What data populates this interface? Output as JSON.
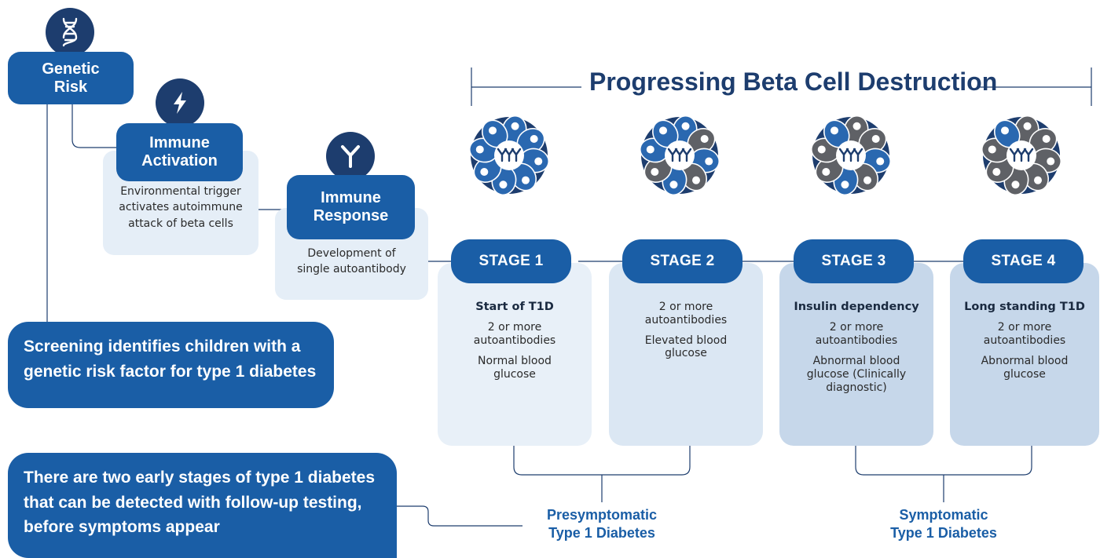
{
  "header": {
    "title": "Progressing Beta Cell Destruction"
  },
  "steps": [
    {
      "label_line1": "Genetic",
      "label_line2": "Risk",
      "icon": "dna-icon"
    },
    {
      "label_line1": "Immune",
      "label_line2": "Activation",
      "icon": "lightning-icon",
      "desc": [
        "Environmental trigger",
        "activates autoimmune",
        "attack of beta cells"
      ]
    },
    {
      "label_line1": "Immune",
      "label_line2": "Response",
      "icon": "antibody-icon",
      "desc": [
        "Development of",
        "single autoantibody"
      ]
    }
  ],
  "stages": [
    {
      "label": "STAGE 1",
      "subtitle": "Start of T1D",
      "lines": [
        "2 or more\nautoantibodies",
        "Normal blood\nglucose"
      ],
      "card_color": "#e8f0f8"
    },
    {
      "label": "STAGE 2",
      "subtitle": "",
      "lines": [
        "2 or more\nautoantibodies",
        "Elevated blood\nglucose"
      ],
      "card_color": "#dbe7f3"
    },
    {
      "label": "STAGE 3",
      "subtitle": "Insulin dependency",
      "lines": [
        "2 or more\nautoantibodies",
        "Abnormal blood\nglucose (Clinically\ndiagnostic)"
      ],
      "card_color": "#c6d7ea"
    },
    {
      "label": "STAGE 4",
      "subtitle": "Long standing T1D",
      "lines": [
        "2 or more\nautoantibodies",
        "Abnormal blood\nglucose"
      ],
      "card_color": "#c6d7ea"
    }
  ],
  "callouts": {
    "screening": "Screening identifies children with a genetic risk factor for type 1 diabetes",
    "early_stages": "There are two early stages of type 1 diabetes that can be detected with follow-up testing, before symptoms appear"
  },
  "groups": {
    "presymptomatic_line1": "Presymptomatic",
    "presymptomatic_line2": "Type 1 Diabetes",
    "symptomatic_line1": "Symptomatic",
    "symptomatic_line2": "Type 1 Diabetes"
  },
  "colors": {
    "primary": "#1a5ea6",
    "dark": "#1d3d6e",
    "cell_healthy": "#2a68b0",
    "cell_destroyed": "#5f6166"
  }
}
